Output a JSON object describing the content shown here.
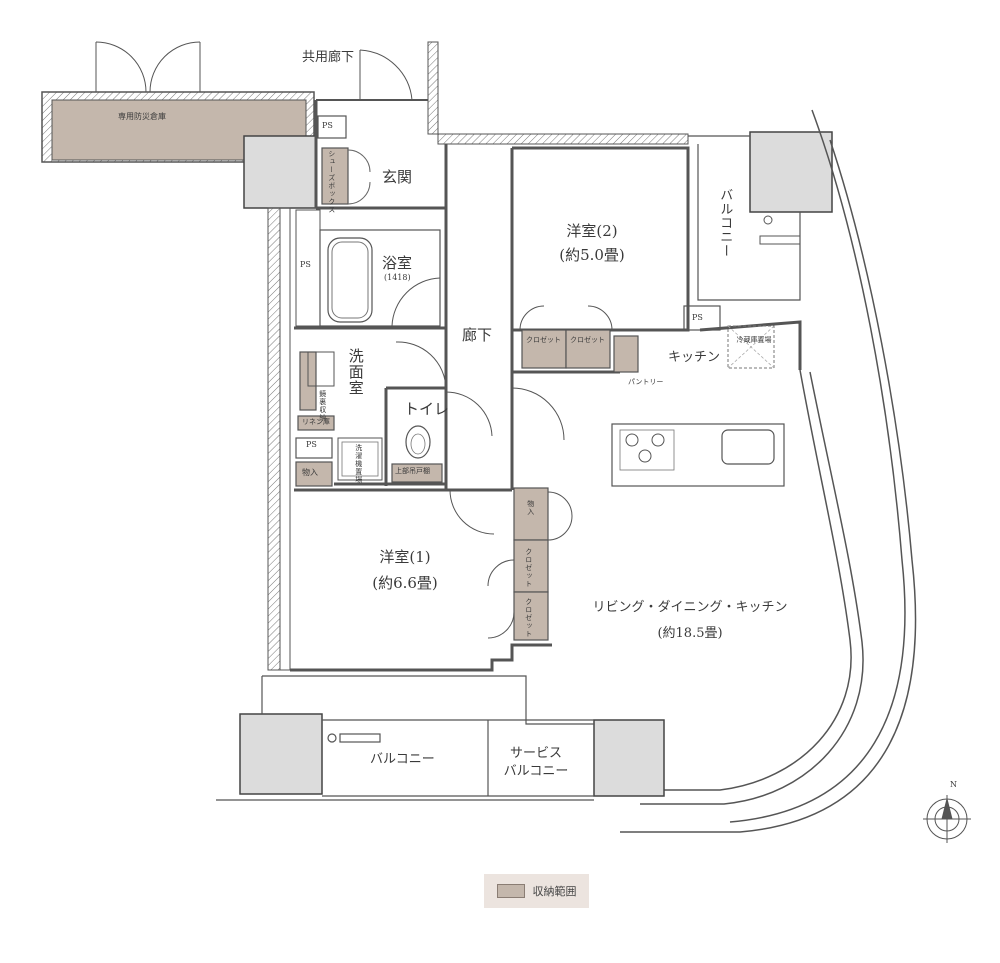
{
  "labels": {
    "common_corridor": "共用廊下",
    "disaster_storage": "専用防災倉庫",
    "ps": "PS",
    "shoes_box": "シューズボックス",
    "entrance": "玄関",
    "bath": "浴室",
    "bath_size": "(1418)",
    "washroom": "洗面室",
    "mirror_storage": "鏡裏収納",
    "linen": "リネン庫",
    "washer": "洗濯機置場",
    "toilet": "トイレ",
    "upper_shelf": "上部吊戸棚",
    "storage": "物入",
    "hallway": "廊下",
    "room2": "洋室(2)",
    "room2_size": "(約5.0畳)",
    "closet": "クロゼット",
    "balcony": "バルコニー",
    "kitchen": "キッチン",
    "fridge": "冷蔵庫置場",
    "pantry": "パントリー",
    "room1": "洋室(1)",
    "room1_size": "(約6.6畳)",
    "ldk": "リビング・ダイニング・キッチン",
    "ldk_size": "(約18.5畳)",
    "service_balcony_1": "サービス",
    "service_balcony_2": "バルコニー",
    "north": "N"
  },
  "legend": {
    "label": "収納範囲"
  },
  "colors": {
    "storage_fill": "#c4b7ac",
    "wall": "#5a5a5a",
    "column": "#dcdcdc",
    "legend_bg": "#ece4df"
  }
}
